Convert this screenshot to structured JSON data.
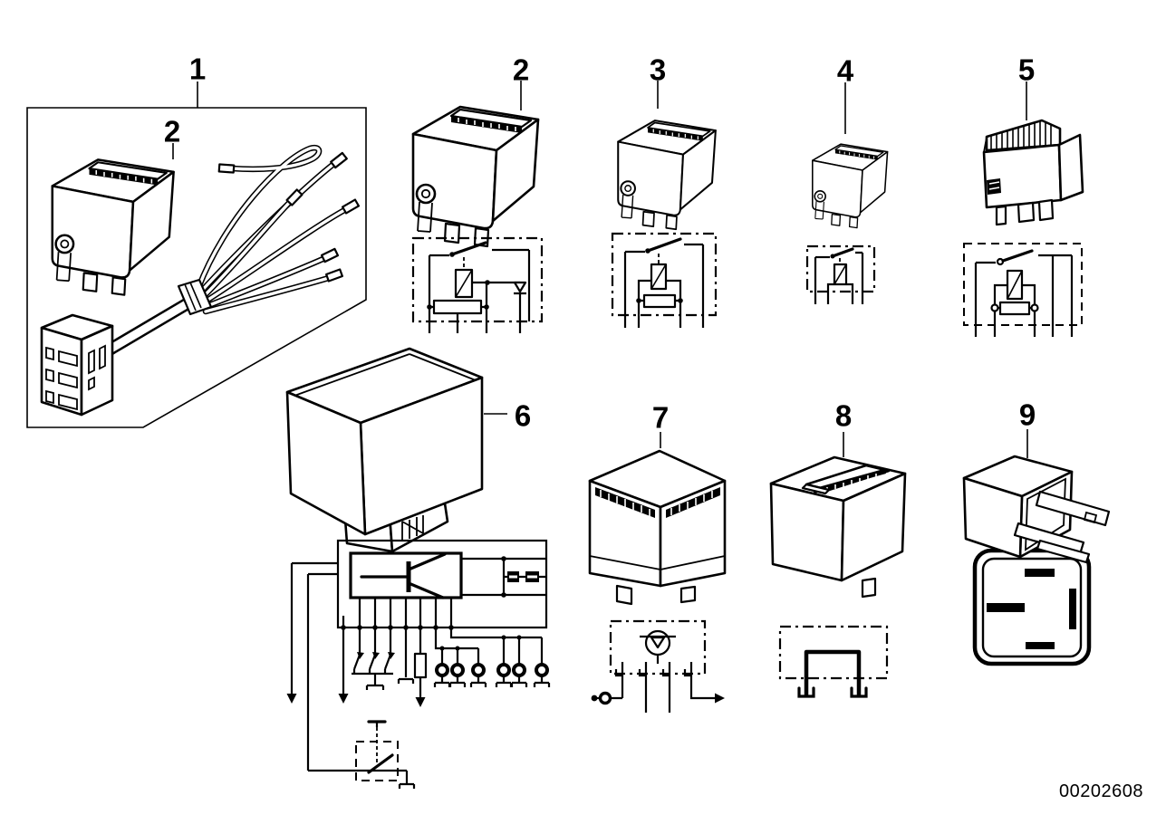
{
  "callouts": {
    "kit": "1",
    "kit_relay": "2",
    "r2": "2",
    "r3": "3",
    "r4": "4",
    "r5": "5",
    "r6": "6",
    "r7": "7",
    "r8": "8",
    "r9": "9"
  },
  "part_number": "00202608",
  "colors": {
    "line": "#000000",
    "background": "#ffffff"
  }
}
